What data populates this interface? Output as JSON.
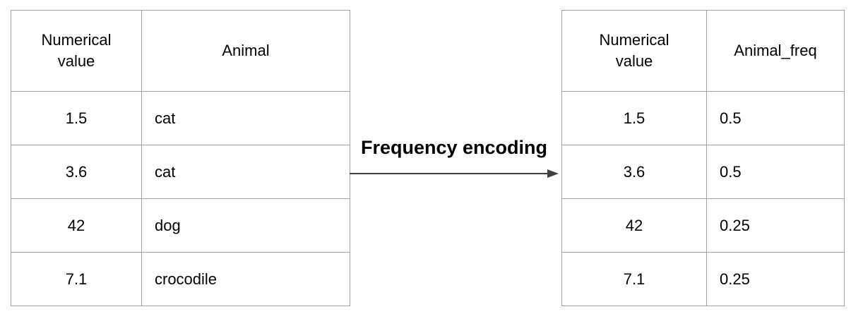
{
  "left_table": {
    "headers": [
      "Numerical value",
      "Animal"
    ],
    "rows": [
      [
        "1.5",
        "cat"
      ],
      [
        "3.6",
        "cat"
      ],
      [
        "42",
        "dog"
      ],
      [
        "7.1",
        "crocodile"
      ]
    ]
  },
  "arrow": {
    "label": "Frequency encoding"
  },
  "right_table": {
    "headers": [
      "Numerical value",
      "Animal_freq"
    ],
    "rows": [
      [
        "1.5",
        "0.5"
      ],
      [
        "3.6",
        "0.5"
      ],
      [
        "42",
        "0.25"
      ],
      [
        "7.1",
        "0.25"
      ]
    ]
  },
  "colors": {
    "table_border": "#a3a3a3",
    "arrow": "#3f3f3f",
    "text": "#000000",
    "background": "#ffffff"
  }
}
